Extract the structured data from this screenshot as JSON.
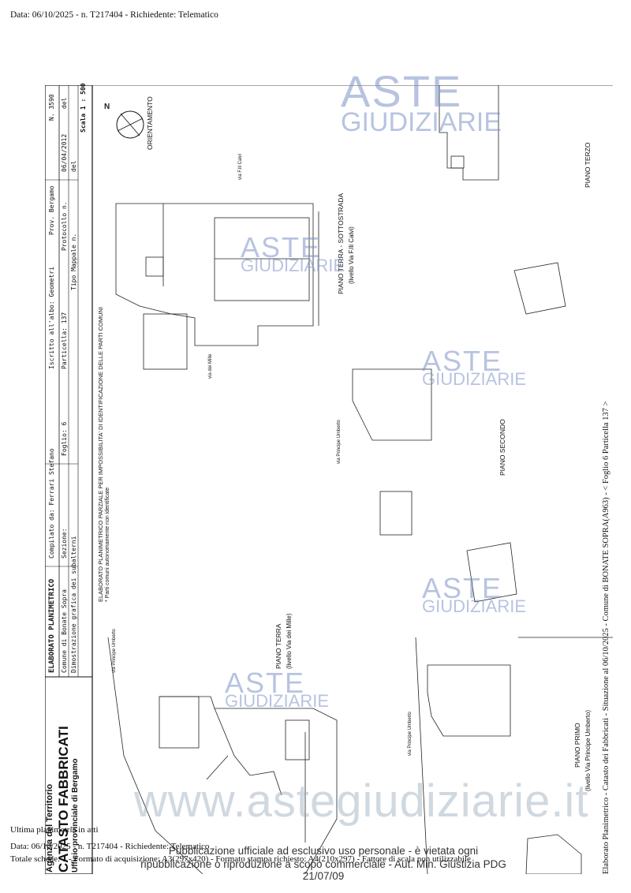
{
  "header": {
    "top_line": "Data: 06/10/2025 - n. T217404 - Richiedente: Telematico"
  },
  "footer": {
    "line1": "Ultima planimetria in atti",
    "line2": "Data: 06/10/2025 - n. T217404 - Richiedente: Telematico",
    "line3": "Totale schede: 1 - Formato di acquisizione: A3(297x420) - Formato stampa richiesto: A4(210x297) - Fattore di scala non utilizzabile"
  },
  "agency": {
    "line1": "Agenzia del Territorio",
    "line2": "CATASTO FABBRICATI",
    "line3": "Ufficio provinciale di  Bergamo"
  },
  "title_block": {
    "title": "ELABORATO PLANIMETRICO",
    "compiled_by": "Compilato da: Ferrari Stefano",
    "registered": "Iscritto all'albo: Geometri",
    "province": "Prov. Bergamo",
    "number": "N. 3590",
    "comune": "Comune di Bonate Sopra",
    "sezione": "Sezione:",
    "foglio": "Foglio: 6",
    "particella": "Particella: 137",
    "protocol": "Protocollo n.",
    "protocol_date": "06/04/2012",
    "del": "del",
    "subtitle": "Dimostrazione grafica dei subalterni",
    "tipo_mappale": "Tipo Mappale n.",
    "scale": "Scala 1 : 500"
  },
  "notes": {
    "partial": "ELABORATO PLANIMETRICO PARZIALE PER IMPOSSIBILITA' DI IDENTIFICAZIONE DELLE PARTI COMUNI",
    "common": "* Parti comuni autonomamente non identificate",
    "orientation": "ORIENTAMENTO",
    "north": "N"
  },
  "floors": {
    "piano_terra": "PIANO TERRA",
    "piano_terra_level": "(livello Via dei Mille)",
    "piano_terra_sotto": "PIANO TERRA - SOTTOSTRADA",
    "piano_terra_sotto_level": "(livello Via F.lli Calvi)",
    "piano_primo": "PIANO PRIMO",
    "piano_primo_level": "(livello Via Principe Umberto)",
    "piano_secondo": "PIANO SECONDO",
    "piano_terzo": "PIANO TERZO"
  },
  "streets": {
    "principe_umberto": "via Principe Umberto",
    "calvi": "via F.lli Calvi",
    "mille": "via dei Mille"
  },
  "side_caption": "Elaborato Planimetrico - Catasto dei Fabbricati - Situazione al 06/10/2025 - Comune di BONATE SOPRA(A963) - < Foglio 6 Particella 137 >",
  "watermark": {
    "brand_top": "ASTE",
    "brand_bottom": "GIUDIZIARIE",
    "site": "www.astegiudiziarie.it"
  },
  "publication": {
    "line1": "Pubblicazione ufficiale ad esclusivo uso personale - è vietata ogni",
    "line2": "ripubblicazione o riproduzione a scopo commerciale - Aut. Min. Giustizia PDG 21/07/09"
  },
  "colors": {
    "watermark_blue": "#7d93c7",
    "ink": "#111111"
  }
}
